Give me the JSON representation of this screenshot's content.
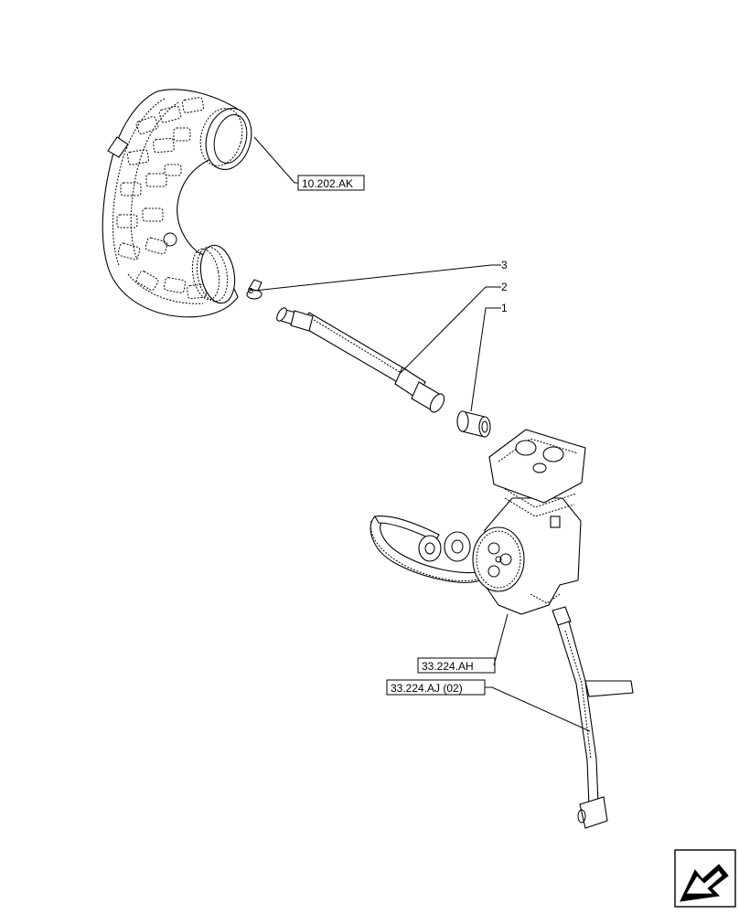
{
  "callouts": {
    "item_1": "1",
    "item_2": "2",
    "item_3": "3"
  },
  "references": {
    "intake_hose": "10.202.AK",
    "compressor": "33.224.AH",
    "drain_pipe": "33.224.AJ (02)"
  },
  "nav_icon": "next-page-arrow-icon"
}
